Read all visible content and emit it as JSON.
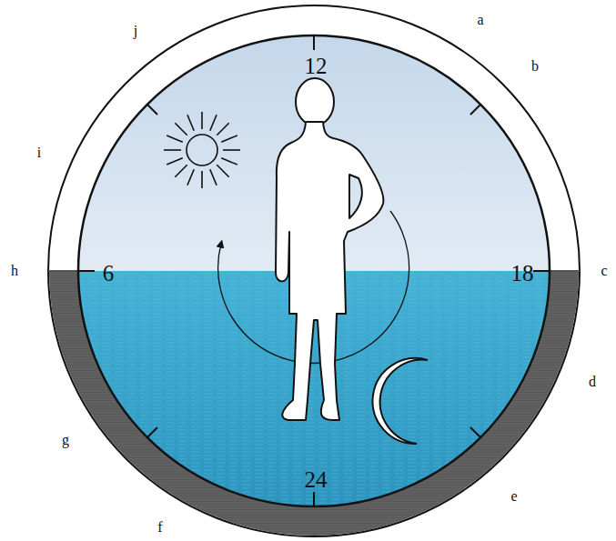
{
  "diagram": {
    "labels": [
      "12",
      "6",
      "18",
      "24",
      "a",
      "b",
      "c",
      "d",
      "e",
      "f",
      "g",
      "h",
      "i",
      "j"
    ]
  }
}
